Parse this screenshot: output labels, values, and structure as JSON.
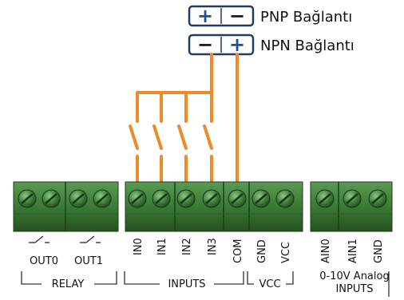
{
  "legend": {
    "pnp": {
      "label": "PNP Bağlantı",
      "left_sign": "+",
      "right_sign": "−"
    },
    "npn": {
      "label": "NPN Bağlantı",
      "left_sign": "−",
      "right_sign": "+"
    },
    "colors": {
      "plus": "#1f4e9a",
      "minus": "#1a1a1a",
      "box": "#1f3b66"
    }
  },
  "wire_color": "#ef8a2a",
  "terminal_color": "#3f7f3a",
  "relay_outputs": [
    "OUT0",
    "OUT1"
  ],
  "input_pins": [
    "IN0",
    "IN1",
    "IN2",
    "IN3",
    "COM"
  ],
  "vcc_pins": [
    "GND",
    "VCC"
  ],
  "analog_pins": [
    "AIN0",
    "AIN1",
    "GND"
  ],
  "groups": {
    "relay": "RELAY",
    "inputs": "INPUTS",
    "vcc": "VCC",
    "analog_line1": "0-10V Analog",
    "analog_line2": "INPUTS"
  }
}
